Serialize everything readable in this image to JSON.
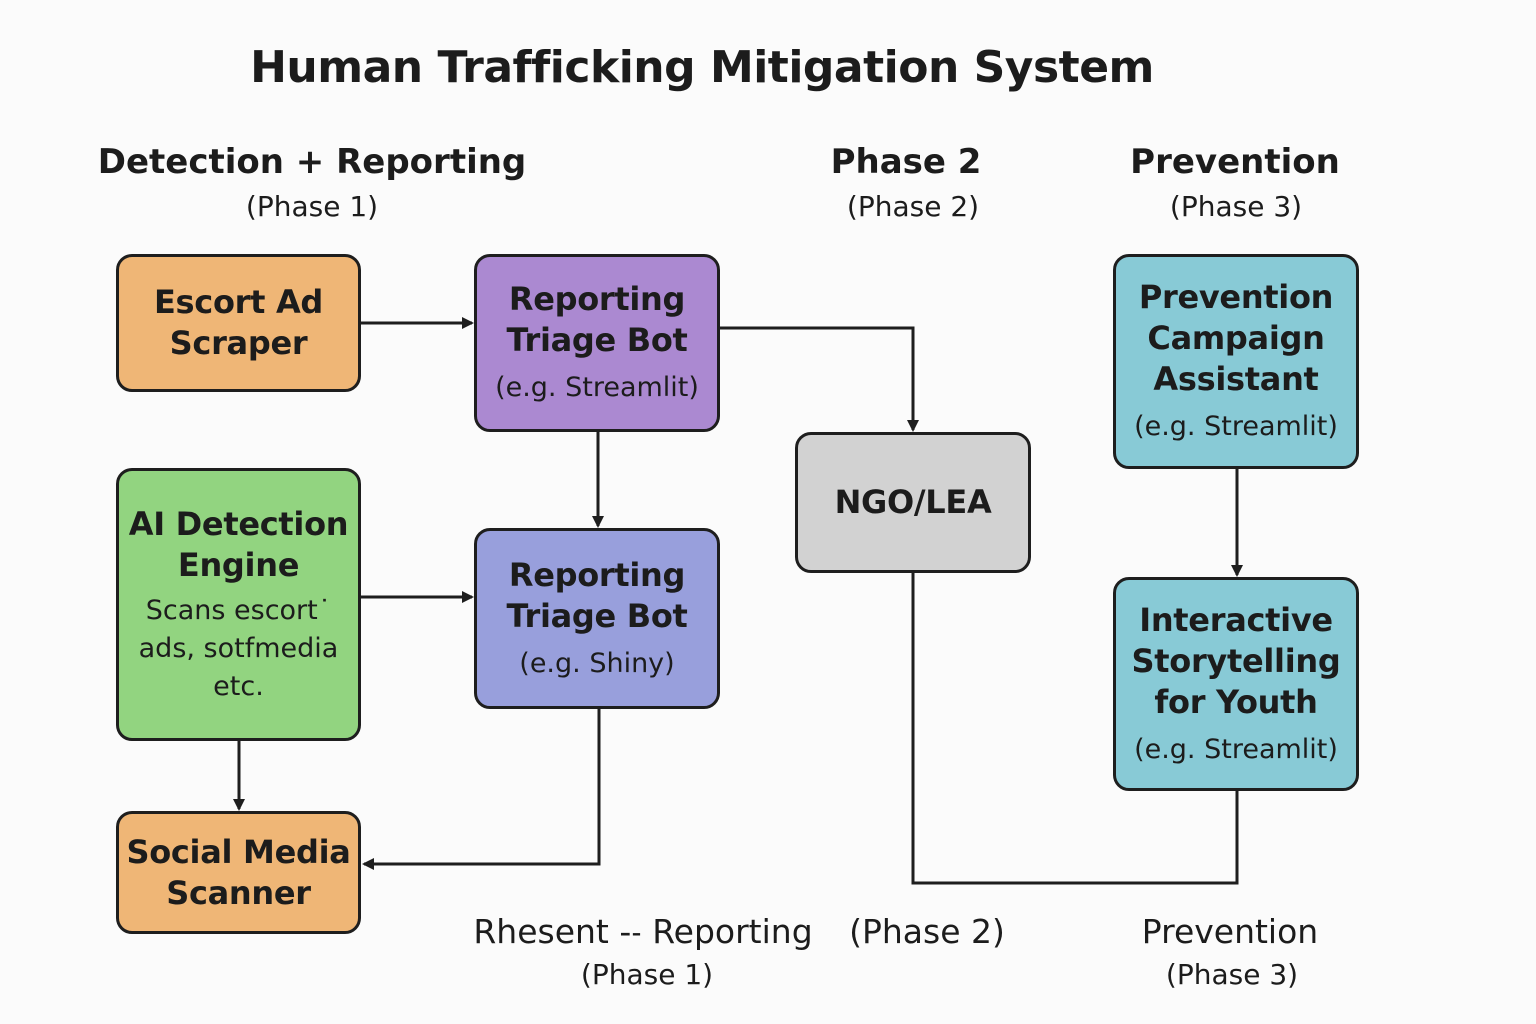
{
  "title": "Human Trafficking Mitigation System",
  "columns": [
    {
      "heading": "Detection + Reporting",
      "phase": "(Phase 1)"
    },
    {
      "heading": "Phase 2",
      "phase": "(Phase 2)"
    },
    {
      "heading": "Prevention",
      "phase": "(Phase 3)"
    }
  ],
  "nodes": {
    "escort_scraper": {
      "title": "Escort Ad\nScraper"
    },
    "triage_streamlit": {
      "title": "Reporting\nTriage Bot",
      "sub": "(e.g. Streamlit)"
    },
    "ai_engine": {
      "title": "AI Detection\nEngine",
      "desc": "Scans escort˙\nads, sotfmedia\netc."
    },
    "triage_shiny": {
      "title": "Reporting\nTriage Bot",
      "sub": "(e.g. Shiny)"
    },
    "social_scanner": {
      "title": "Social Media\nScanner"
    },
    "ngo_lea": {
      "title": "NGO/LEA"
    },
    "campaign_assistant": {
      "title": "Prevention\nCampaign\nAssistant",
      "sub": "(e.g. Streamlit)"
    },
    "storytelling": {
      "title": "Interactive\nStorytelling\nfor Youth",
      "sub": "(e.g. Streamlit)"
    }
  },
  "footer": [
    {
      "heading": "Rhesent -˗ Reporting",
      "phase": "(Phase 1)"
    },
    {
      "heading": "(Phase 2)"
    },
    {
      "heading": "Prevention",
      "phase": "(Phase 3)"
    }
  ],
  "colors": {
    "escort_scraper": "#efb676",
    "triage_streamlit": "#ab89d1",
    "ai_engine": "#92d480",
    "triage_shiny": "#989fdc",
    "social_scanner": "#efb676",
    "ngo_lea": "#d2d2d2",
    "campaign_assistant": "#88cad6",
    "storytelling": "#88cad6",
    "line": "#1e1e1e"
  }
}
